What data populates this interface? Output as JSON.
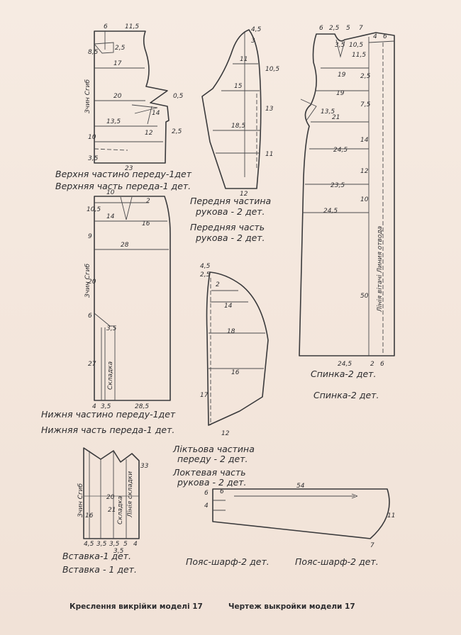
{
  "captions": {
    "front_top_uk": "Верхня частино переду-1дет",
    "front_top_ru": "Верхняя часть переда-1 дет.",
    "sleeve_front_uk_1": "Передня частина",
    "sleeve_front_uk_2": "рукова - 2 дет.",
    "sleeve_front_ru_1": "Передняя часть",
    "sleeve_front_ru_2": "рукова - 2 дет.",
    "front_bottom_uk": "Нижня частино переду-1дет",
    "front_bottom_ru": "Нижняя часть переда-1 дет.",
    "back_uk": "Спинка-2 дет.",
    "back_ru": "Спинка-2 дет.",
    "elbow_uk_1": "Ліктьова частина",
    "elbow_uk_2": "переду - 2 дет.",
    "elbow_ru_1": "Локтевая часть",
    "elbow_ru_2": "рукова - 2 дет.",
    "insert_uk": "Вставка-1 дет.",
    "insert_ru": "Вставка - 1 дет.",
    "belt_uk": "Пояс-шарф-2 дет.",
    "belt_ru": "Пояс-шарф-2 дет."
  },
  "labels": {
    "fold_line": "Зчин Сгиб",
    "fold": "Складка",
    "back_line": "Лінія вітачі Линия отвода",
    "insert_fold_1": "Зчин Сгиб",
    "insert_fold_2": "Складка",
    "insert_fold_3": "Лінія складки"
  },
  "dimensions": {
    "front_top": [
      "6",
      "11,5",
      "8,5",
      "2,5",
      "17",
      "20",
      "0,5",
      "13,5",
      "14",
      "12",
      "10",
      "2,5",
      "23",
      "3,5"
    ],
    "sleeve_front": [
      "4,5",
      "3",
      "11",
      "15",
      "18,5",
      "10,5",
      "13",
      "11",
      "12"
    ],
    "front_bottom": [
      "10,5",
      "10",
      "14",
      "16",
      "2",
      "9",
      "28",
      "20",
      "6",
      "3,5",
      "27",
      "4",
      "3,5",
      "28,5"
    ],
    "elbow": [
      "4,5",
      "2,5",
      "2",
      "14",
      "18",
      "16",
      "17",
      "12"
    ],
    "back": [
      "6",
      "2,5",
      "5",
      "7",
      "4",
      "6",
      "10,5",
      "11,5",
      "3,5",
      "19",
      "19",
      "13,5",
      "21",
      "7,5",
      "24,5",
      "23,5",
      "24,5",
      "50",
      "12",
      "14",
      "10",
      "2,5",
      "24,5",
      "2",
      "6"
    ],
    "insert": [
      "33",
      "20",
      "21",
      "16",
      "4,5",
      "3,5",
      "3,5",
      "5",
      "4",
      "3,5"
    ],
    "belt": [
      "54",
      "6",
      "4",
      "6",
      "11",
      "7"
    ]
  },
  "footer": {
    "left": "Креслення викрійки моделі 17",
    "right": "Чертеж выкройки модели 17"
  },
  "colors": {
    "paper": "#f3e6dc",
    "ink": "#3a3a3c"
  }
}
